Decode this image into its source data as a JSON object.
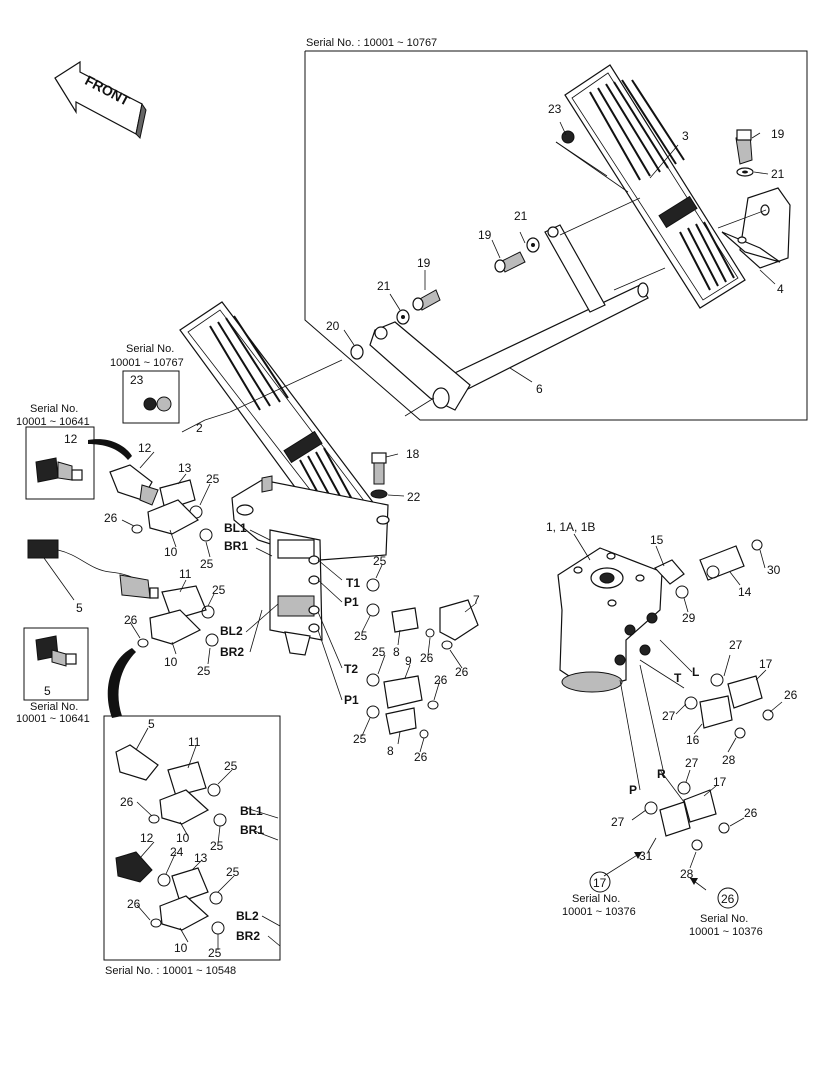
{
  "front_label": "FRONT",
  "frames": {
    "top_right": "Serial No. : 10001 ~ 10767",
    "bottom_left": "Serial No. : 10001 ~ 10548"
  },
  "callouts": {
    "c23_line1": "Serial No.",
    "c23_line2": "10001 ~ 10767",
    "c12_line1": "Serial No.",
    "c12_line2": "10001 ~ 10641",
    "c5_line1": "Serial No.",
    "c5_line2": "10001 ~ 10641",
    "c17_line1": "Serial No.",
    "c17_line2": "10001 ~ 10376",
    "c26_line1": "Serial No.",
    "c26_line2": "10001 ~ 10376"
  },
  "labels": {
    "p1_1a_1b": "1, 1A, 1B",
    "p2": "2",
    "p3": "3",
    "p4": "4",
    "p5": "5",
    "p6": "6",
    "p7": "7",
    "p8": "8",
    "p9": "9",
    "p10": "10",
    "p11": "11",
    "p12": "12",
    "p13": "13",
    "p14": "14",
    "p15": "15",
    "p16": "16",
    "p17": "17",
    "p18": "18",
    "p19": "19",
    "p20": "20",
    "p21": "21",
    "p22": "22",
    "p23": "23",
    "p24": "24",
    "p25": "25",
    "p26": "26",
    "p27": "27",
    "p28": "28",
    "p29": "29",
    "p30": "30",
    "p31": "31"
  },
  "ports": {
    "BL1": "BL1",
    "BR1": "BR1",
    "BL2": "BL2",
    "BR2": "BR2",
    "T1": "T1",
    "P1": "P1",
    "T2": "T2",
    "L": "L",
    "T": "T",
    "R": "R",
    "P": "P"
  }
}
